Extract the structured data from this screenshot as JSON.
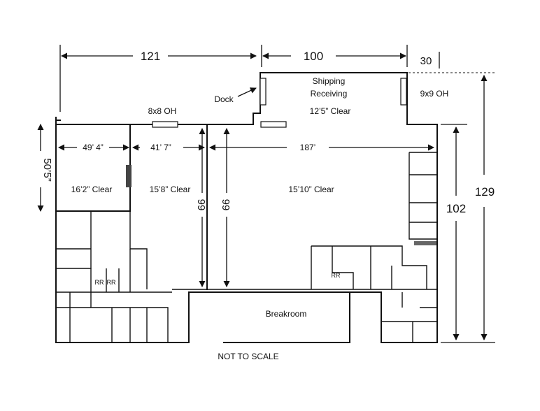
{
  "plan": {
    "dimensions": {
      "top_left": "121",
      "top_mid": "100",
      "top_right": "30",
      "right_outer": "129",
      "right_inner": "102",
      "left_height": "50’5”",
      "office_width": "49’ 4”",
      "middle_width": "41’ 7”",
      "warehouse_width": "187’",
      "middle_depth": "99",
      "warehouse_depth": "99"
    },
    "labels": {
      "shipping": "Shipping",
      "receiving": "Receiving",
      "shipping_clear": "12’5” Clear",
      "oh_right": "9x9 OH",
      "dock": "Dock",
      "oh_top": "8x8 OH",
      "left_clear": "16’2” Clear",
      "middle_clear": "15’8” Clear",
      "warehouse_clear": "15’10” Clear",
      "rr_1": "RR",
      "rr_2": "RR",
      "rr_3": "RR",
      "breakroom": "Breakroom",
      "not_to_scale": "NOT TO SCALE"
    }
  }
}
